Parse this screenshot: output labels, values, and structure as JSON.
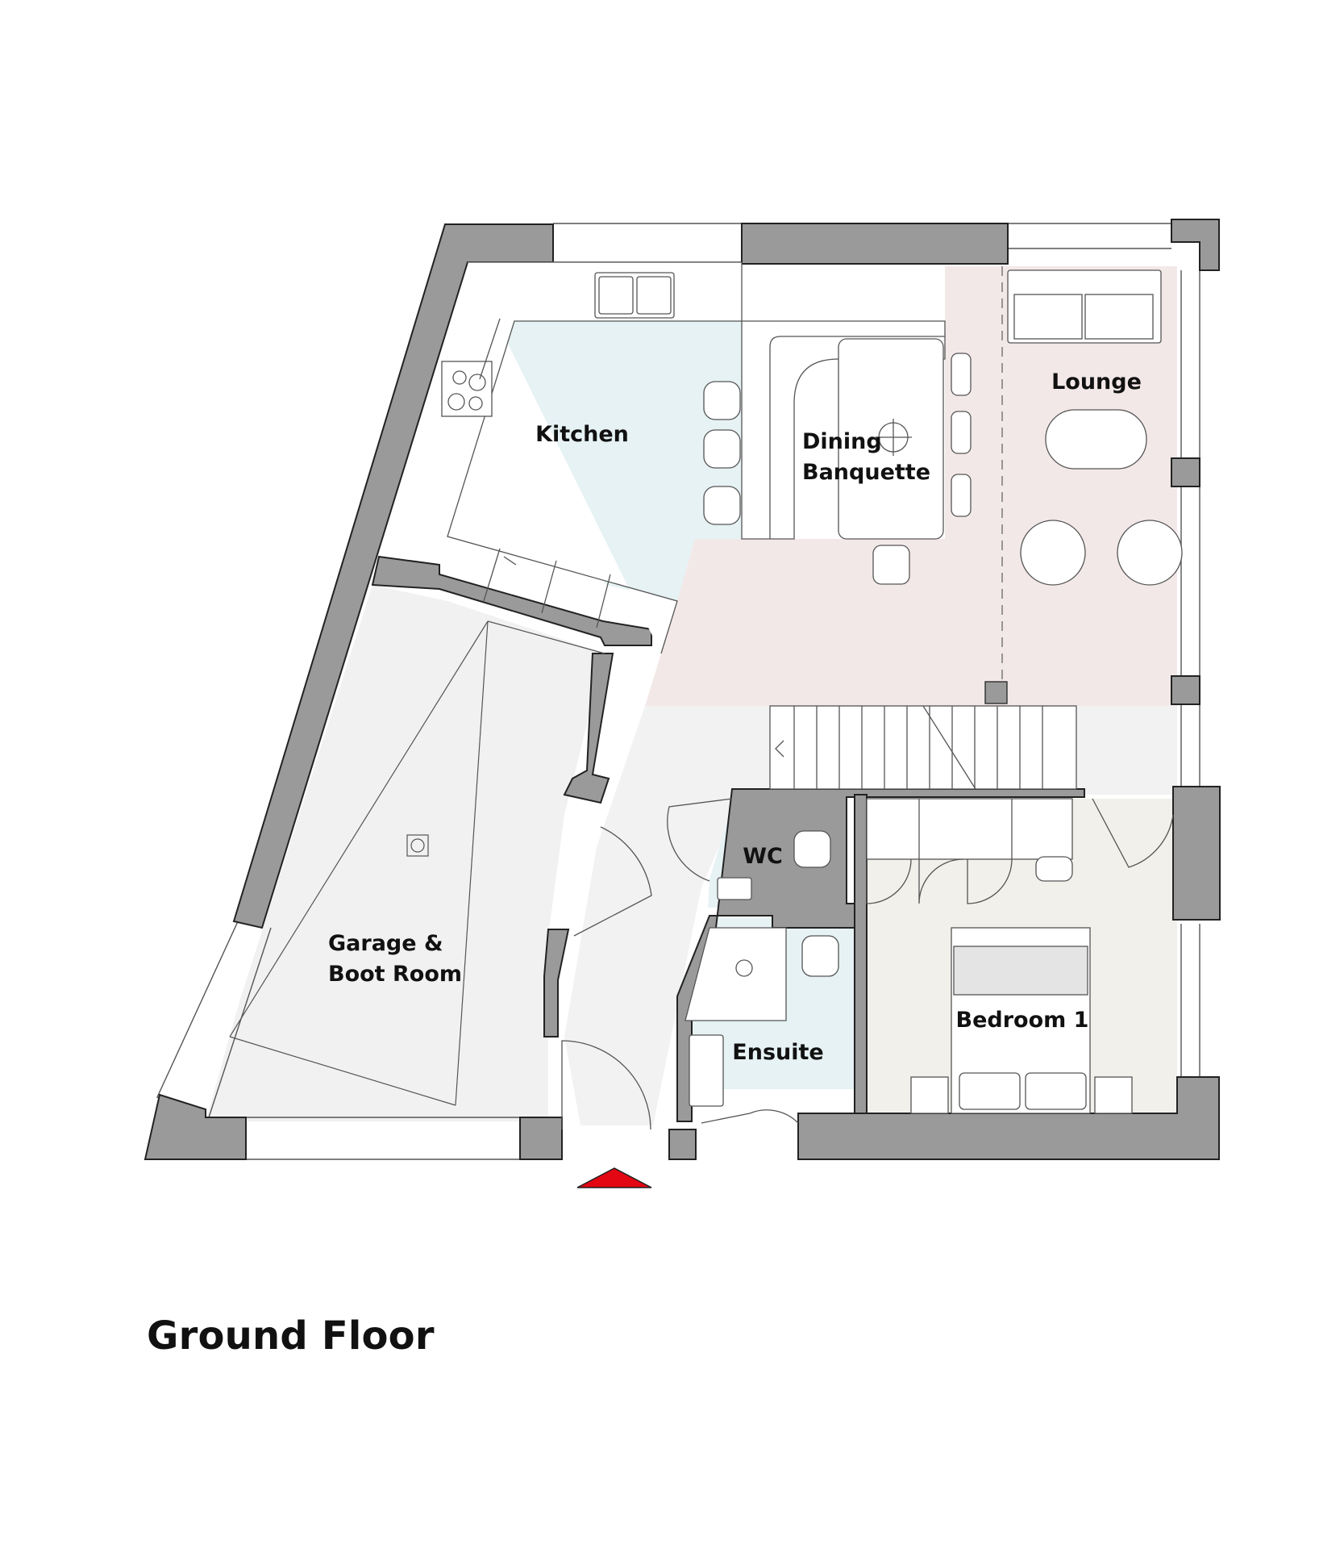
{
  "title": "Ground Floor",
  "rooms": {
    "kitchen": "Kitchen",
    "dining": [
      "Dining",
      "Banquette"
    ],
    "lounge": "Lounge",
    "garage": [
      "Garage &",
      "Boot Room"
    ],
    "wc": "WC",
    "ensuite": "Ensuite",
    "bedroom": "Bedroom 1"
  },
  "colors": {
    "kitchen_fill": "#e6f2f4",
    "lounge_fill": "#f3e8e8",
    "garage_fill": "#f1f1f1",
    "bedroom_fill": "#f2f0ea",
    "bathroom_fill": "#e6f2f4",
    "hall_fill": "#f2f2f2",
    "wall_fill": "#9a9a9a",
    "entrance_marker": "#e30613"
  },
  "icons": [
    "entrance-arrow-icon"
  ]
}
